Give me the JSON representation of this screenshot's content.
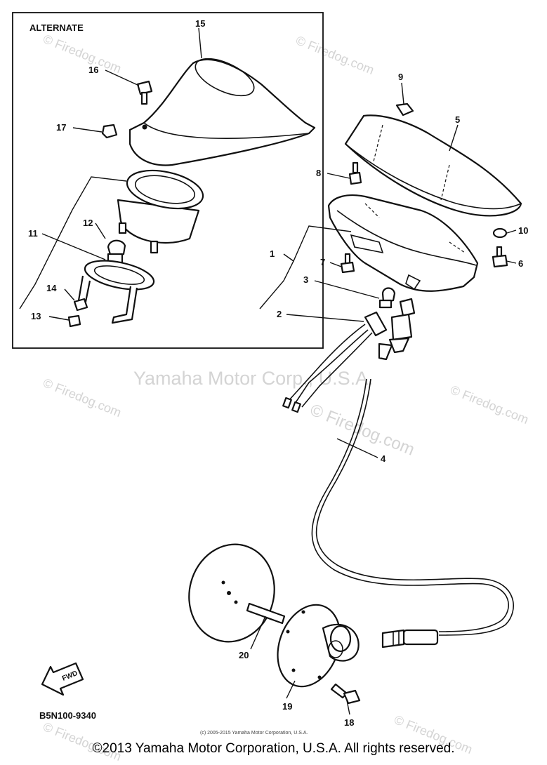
{
  "diagram": {
    "inset_title": "ALTERNATE",
    "part_code": "B5N100-9340",
    "fwd_label": "FWD",
    "labels": [
      "1",
      "2",
      "3",
      "4",
      "5",
      "6",
      "7",
      "8",
      "9",
      "10",
      "11",
      "12",
      "13",
      "14",
      "15",
      "16",
      "17",
      "18",
      "19",
      "20"
    ],
    "watermark_center": "Yamaha Motor Corp., U.S.A.",
    "watermark_brand": "© Firedog.com"
  },
  "footer": {
    "small_copyright": "(c) 2005-2015 Yamaha Motor Corporation, U.S.A.",
    "copyright": "©2013 Yamaha Motor Corporation, U.S.A. All rights reserved."
  }
}
